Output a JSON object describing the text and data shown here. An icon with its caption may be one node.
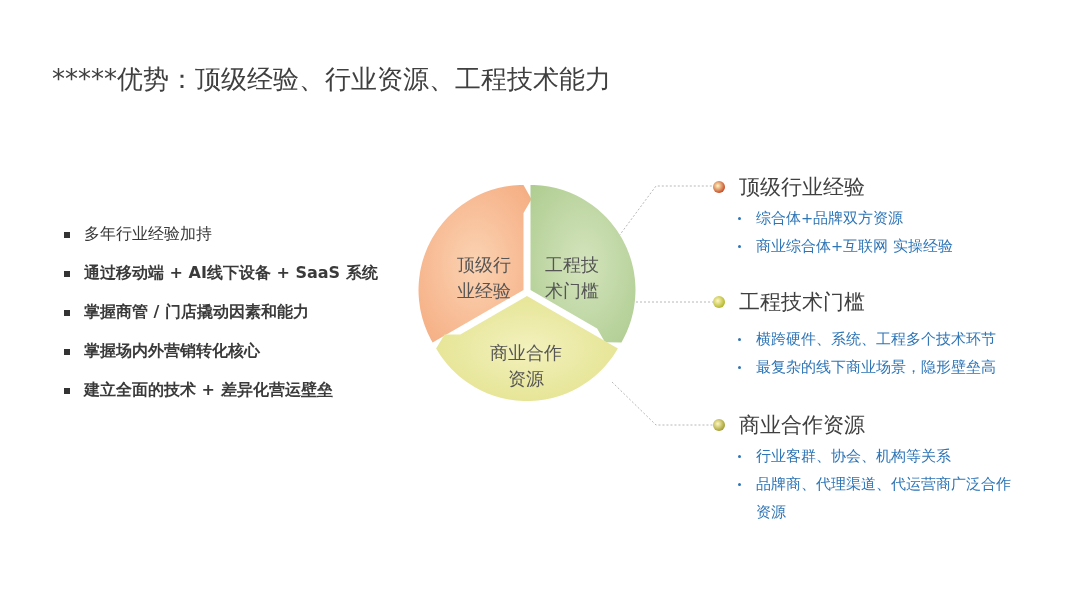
{
  "diagram": {
    "title": "*****优势：顶级经验、行业资源、工程技术能力",
    "nodes": [
      {
        "text": [
          "顶级行业经验"
        ]
      },
      {
        "text": [
          "工程技术门槛"
        ]
      },
      {
        "text": [
          "商业合作资源"
        ]
      },
      {
        "text": [
          "顶级行业经验",
          "综合体+品牌双方资源",
          "商业综合体+互联网 实操经验"
        ]
      },
      {
        "text": [
          "工程技术门槛",
          "横跨硬件、系统、工程多个技术环节",
          "最复杂的线下商业场景，隐形壁垒高"
        ]
      },
      {
        "text": [
          "商业合作资源",
          "行业客群、协会、机构等关系",
          "品牌商、代理渠道、代运营商广泛合作资源"
        ]
      }
    ],
    "edges": [
      {
        "from": 1,
        "to": 3,
        "arrow": "none",
        "style": "dashed"
      },
      {
        "from": 1,
        "to": 4,
        "arrow": "none",
        "style": "dashed"
      },
      {
        "from": 2,
        "to": 5,
        "arrow": "none",
        "style": "dashed"
      }
    ],
    "labels": [
      "多年行业经验加持",
      "通过移动端 + AI线下设备 + SaaS 系统",
      "掌握商管 / 门店撬动因素和能力",
      "掌握场内外营销转化核心",
      "建立全面的技术 + 差异化营运壁垒"
    ]
  }
}
